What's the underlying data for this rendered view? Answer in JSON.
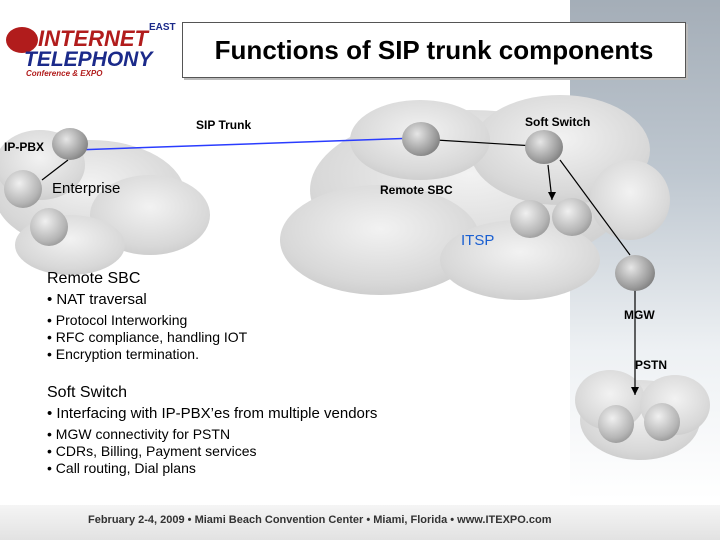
{
  "title": "Functions of SIP trunk components",
  "logo": {
    "line1": "INTERNET",
    "line2": "TELEPHONY",
    "line3": "Conference & EXPO",
    "badge": "EAST"
  },
  "diagram": {
    "ip_pbx": "IP-PBX",
    "sip_trunk": "SIP Trunk",
    "soft_switch": "Soft Switch",
    "enterprise": "Enterprise",
    "remote_sbc": "Remote SBC",
    "itsp": "ITSP",
    "mgw": "MGW",
    "pstn": "PSTN"
  },
  "sections": [
    {
      "heading": "Remote SBC",
      "bullets": [
        "NAT traversal",
        "Protocol Interworking",
        "RFC compliance, handling IOT",
        "Encryption termination."
      ]
    },
    {
      "heading": "Soft Switch",
      "bullets": [
        "Interfacing with IP-PBX’es from multiple vendors",
        "MGW connectivity for PSTN",
        "CDRs, Billing, Payment services",
        "Call routing, Dial plans"
      ]
    }
  ],
  "footer": "February 2-4, 2009  •  Miami Beach Convention Center  •  Miami, Florida  •  www.ITEXPO.com",
  "colors": {
    "itsp_text": "#1a5fd1",
    "link_line": "#2a3cff"
  }
}
